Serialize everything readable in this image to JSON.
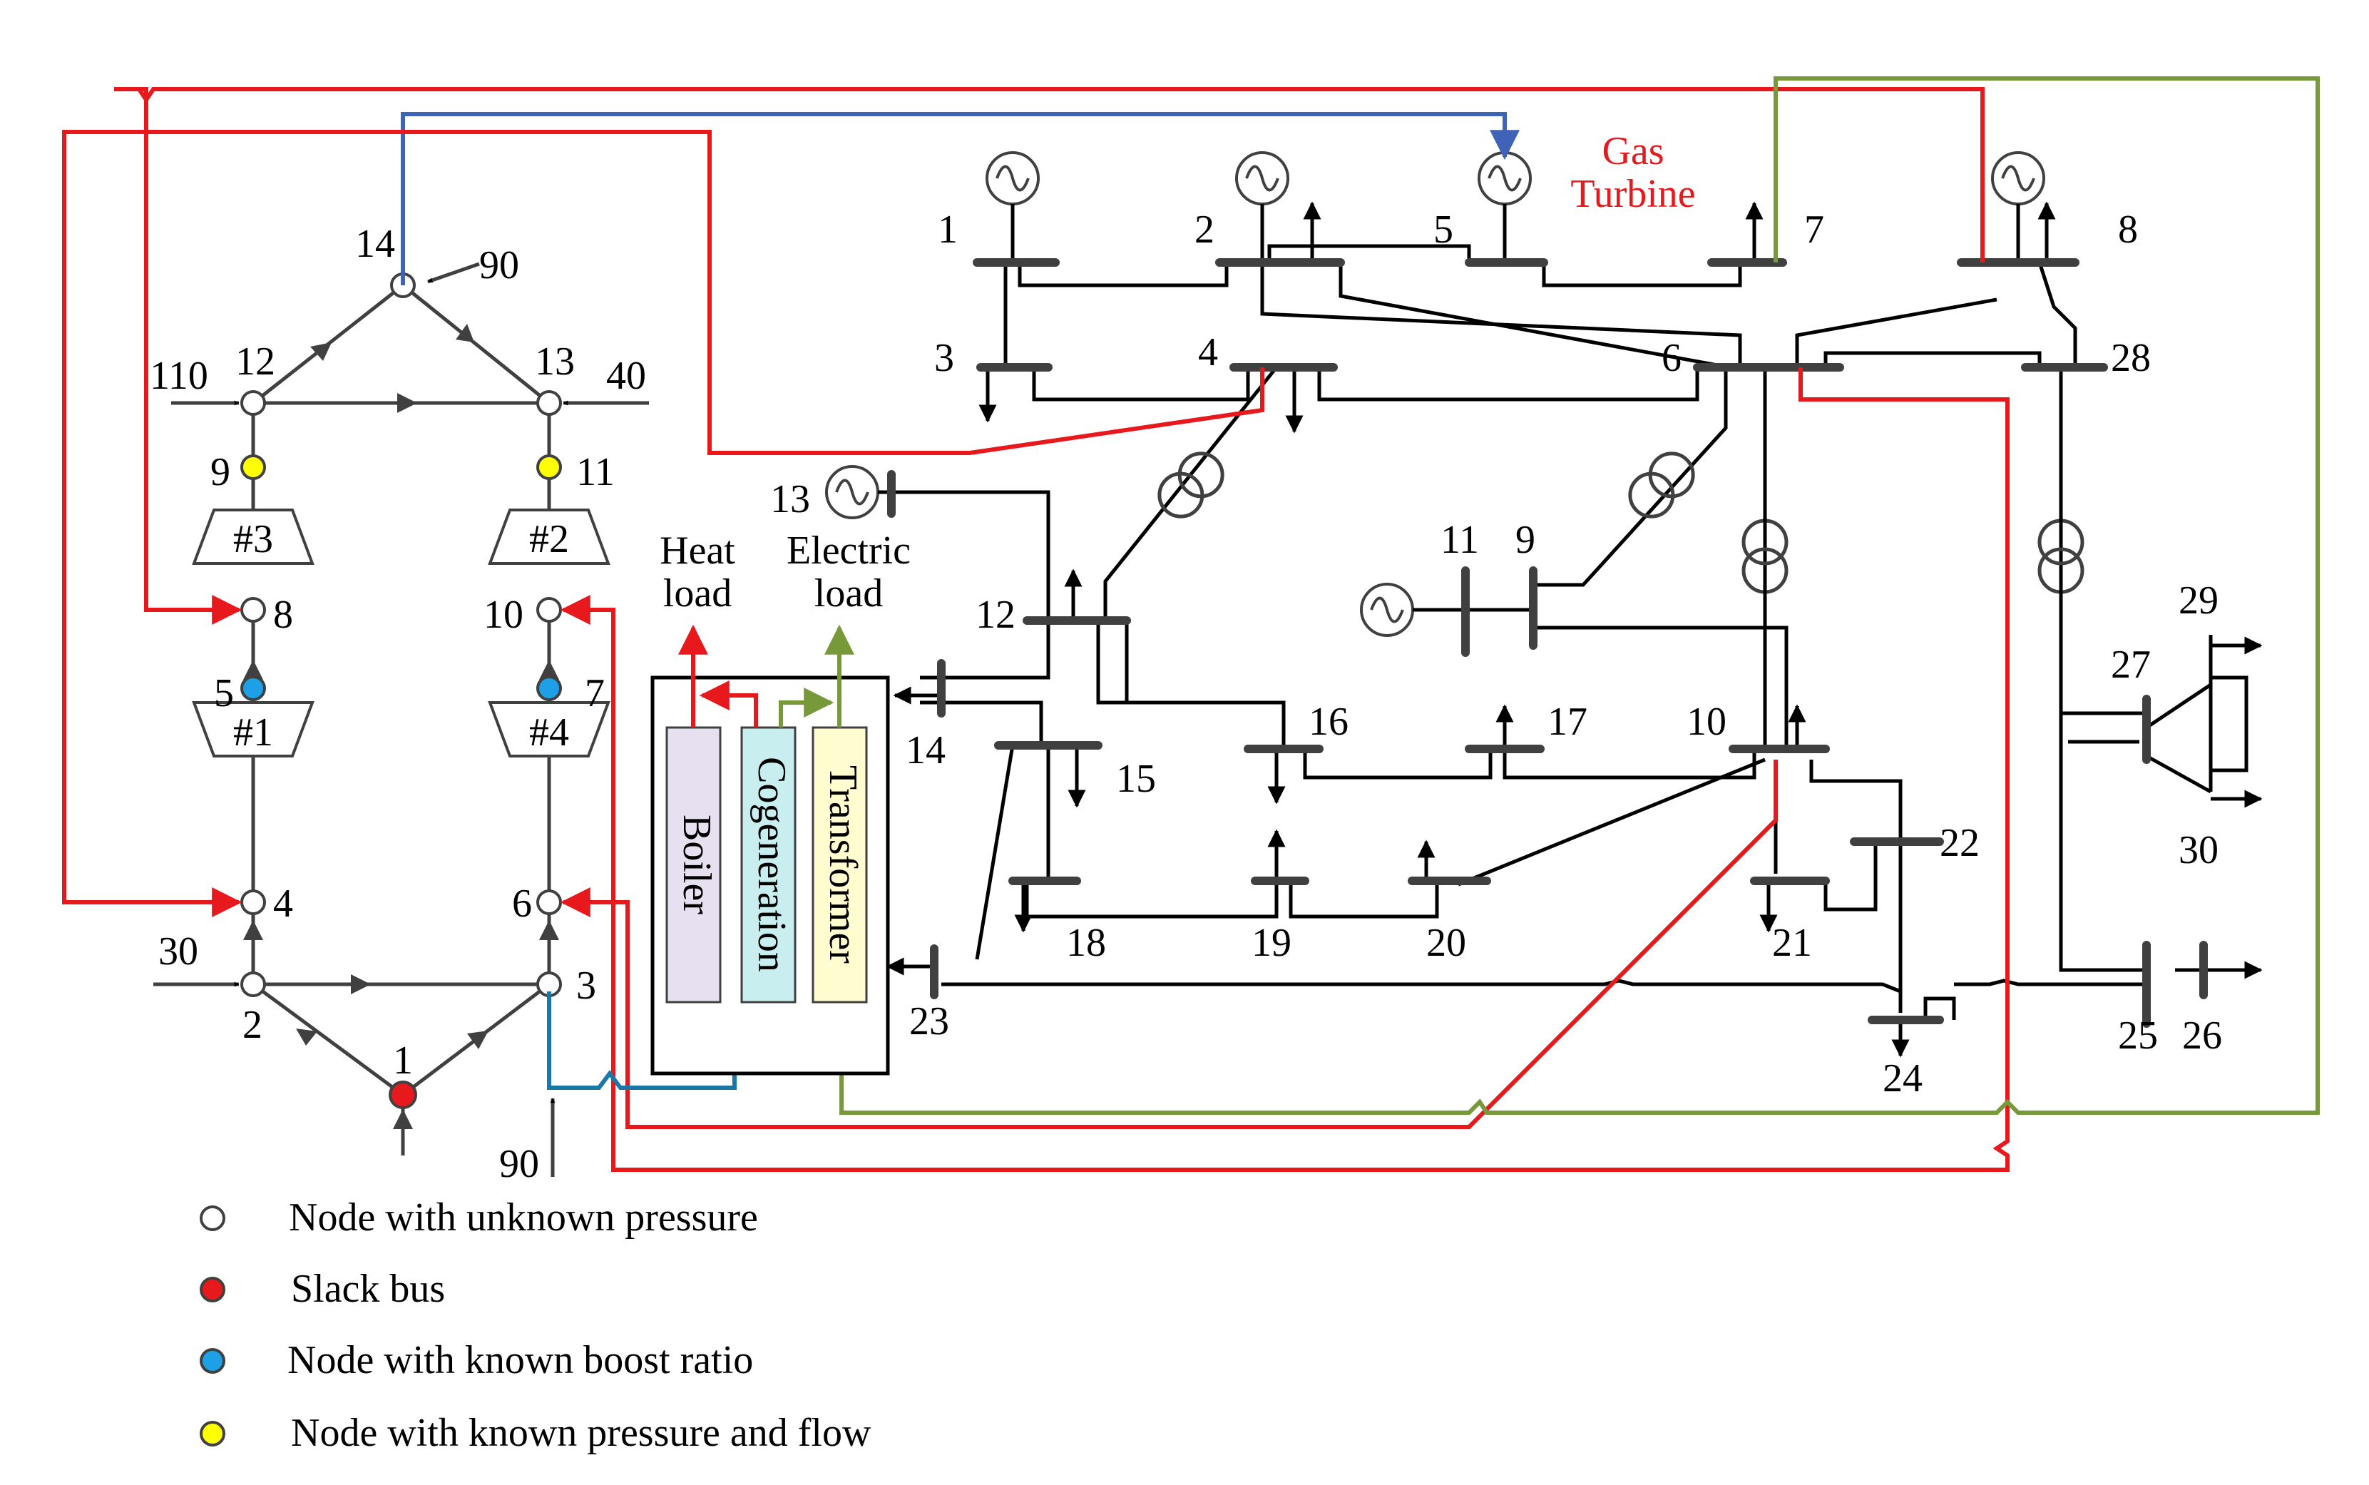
{
  "colors": {
    "red_line": "#e8191c",
    "blue_line": "#3f63b6",
    "green_line": "#77993a",
    "teal_line": "#1a78a8",
    "slack": "#e8191c",
    "boost": "#1ea0e6",
    "known": "#ffff00",
    "boiler_fill": "#e6e0f0",
    "cogen_fill": "#c8eef0",
    "trans_fill": "#fffdd0"
  },
  "gas_nodes": [
    "1",
    "2",
    "3",
    "4",
    "5",
    "6",
    "7",
    "8",
    "9",
    "10",
    "11",
    "12",
    "13",
    "14"
  ],
  "gas_injections": [
    "90",
    "110",
    "40",
    "30",
    "90"
  ],
  "compressors": [
    "#1",
    "#2",
    "#3",
    "#4"
  ],
  "elec_buses": [
    "1",
    "2",
    "3",
    "4",
    "5",
    "6",
    "7",
    "8",
    "9",
    "10",
    "11",
    "12",
    "13",
    "14",
    "15",
    "16",
    "17",
    "18",
    "19",
    "20",
    "21",
    "22",
    "23",
    "24",
    "25",
    "26",
    "27",
    "28",
    "29",
    "30"
  ],
  "hub": {
    "heat_load": [
      "Heat",
      "load"
    ],
    "electric_load": [
      "Electric",
      "load"
    ],
    "boiler": "Boiler",
    "cogeneration": "Cogeneration",
    "transformer": "Transformer"
  },
  "gas_turbine": [
    "Gas",
    "Turbine"
  ],
  "legend": [
    {
      "label": "Node with unknown pressure",
      "icon": "open-circle-icon"
    },
    {
      "label": "Slack bus",
      "icon": "red-dot-icon"
    },
    {
      "label": "Node with known boost ratio",
      "icon": "blue-dot-icon"
    },
    {
      "label": "Node with known pressure and flow",
      "icon": "yellow-dot-icon"
    }
  ]
}
